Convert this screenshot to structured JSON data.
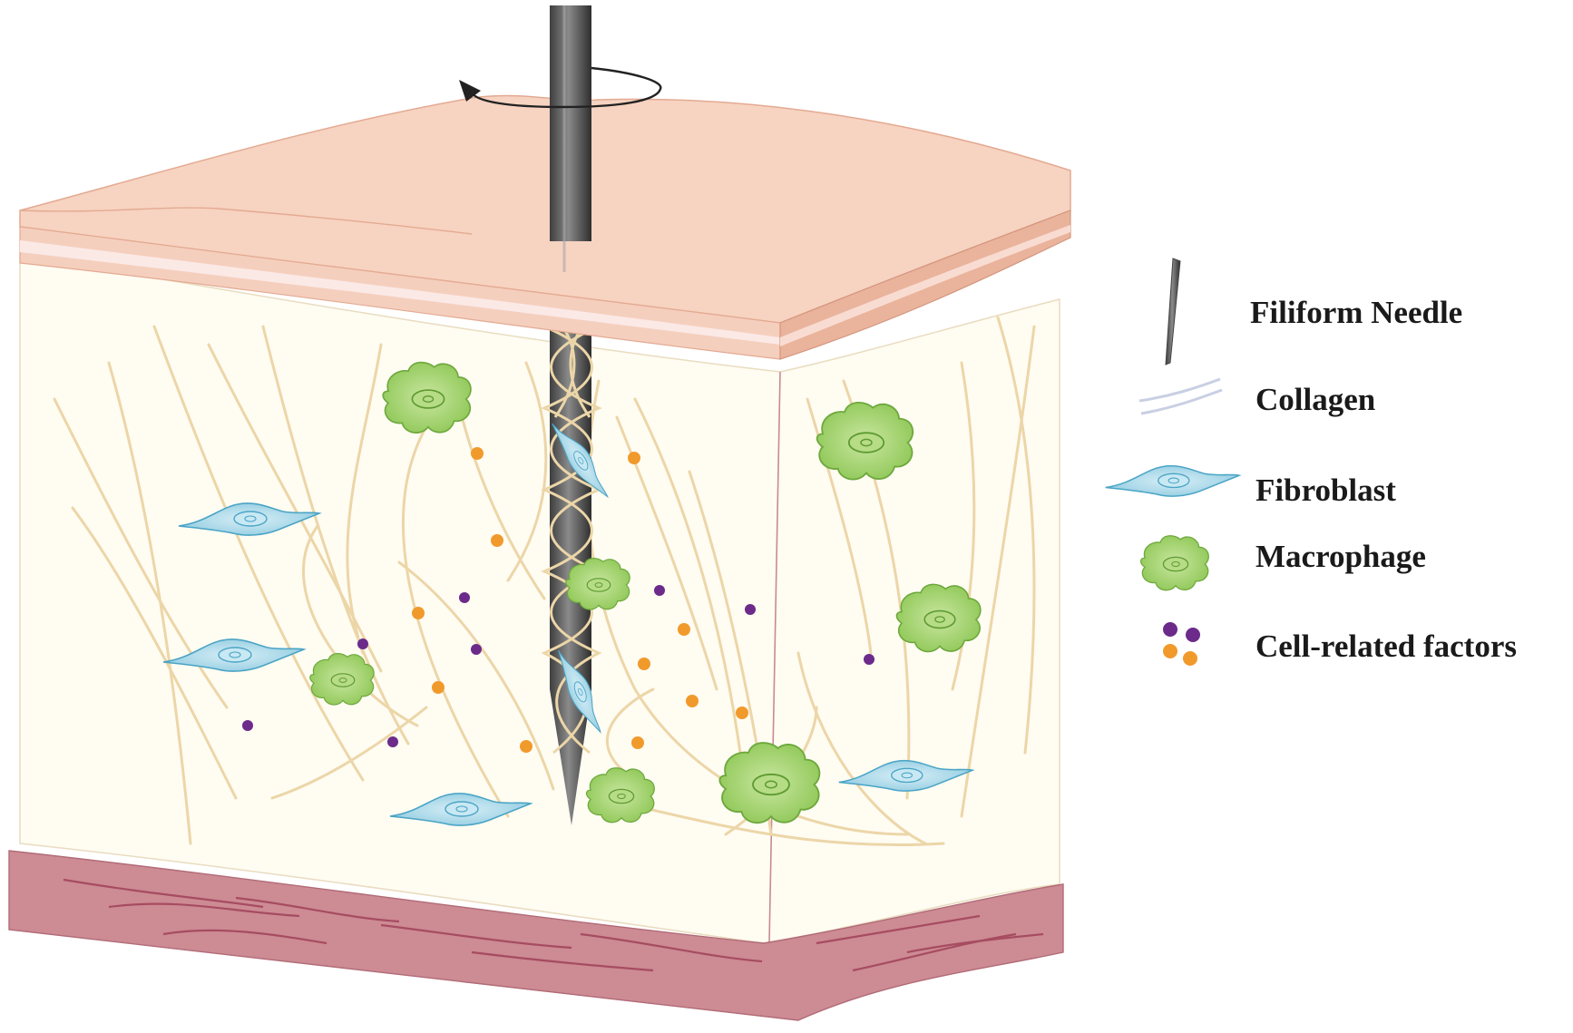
{
  "legend": {
    "needle": "Filiform Needle",
    "collagen": "Collagen",
    "fibroblast": "Fibroblast",
    "macrophage": "Macrophage",
    "factors": "Cell-related factors"
  },
  "colors": {
    "epidermis": "#f7d3c1",
    "epidermis_edge": "#eab39c",
    "epidermis_band": "#fbe9e6",
    "dermis": "#fffcf2",
    "collagen": "#ecd6a8",
    "muscle": "#cd8b94",
    "muscle_line": "#a64c61",
    "needle": "#6b6b6b",
    "fibroblast": "#9ed3e4",
    "fibroblast_edge": "#4aa4c6",
    "macrophage": "#a6d36f",
    "macrophage_edge": "#6da83c",
    "factor_orange": "#f19a2c",
    "factor_purple": "#6c2a8a"
  },
  "icons": [
    "needle-icon",
    "collagen-icon",
    "fibroblast-icon",
    "macrophage-icon",
    "factors-icon",
    "rotation-arrow-icon"
  ]
}
